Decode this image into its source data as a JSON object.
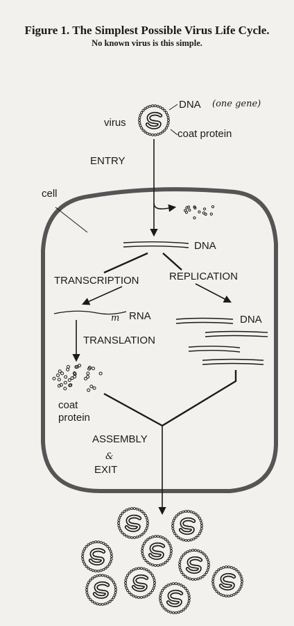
{
  "figure": {
    "title": "Figure 1.  The Simplest Possible Virus Life Cycle.",
    "subtitle": "No known virus is this simple."
  },
  "labels": {
    "virus": "virus",
    "dna_top": "DNA",
    "one_gene": "(one gene)",
    "coat_protein_top": "coat protein",
    "entry": "ENTRY",
    "cell": "cell",
    "dna_mid": "DNA",
    "transcription": "TRANSCRIPTION",
    "replication": "REPLICATION",
    "rna_mark": "m",
    "rna": "RNA",
    "dna_right": "DNA",
    "translation": "TRANSLATION",
    "coat": "coat",
    "protein": "protein",
    "assembly": "ASSEMBLY",
    "ampersand": "&",
    "exit": "EXIT"
  },
  "colors": {
    "ink": "#1a1a1a",
    "cell_membrane": "#555555",
    "paper": "#f3f1ed"
  }
}
